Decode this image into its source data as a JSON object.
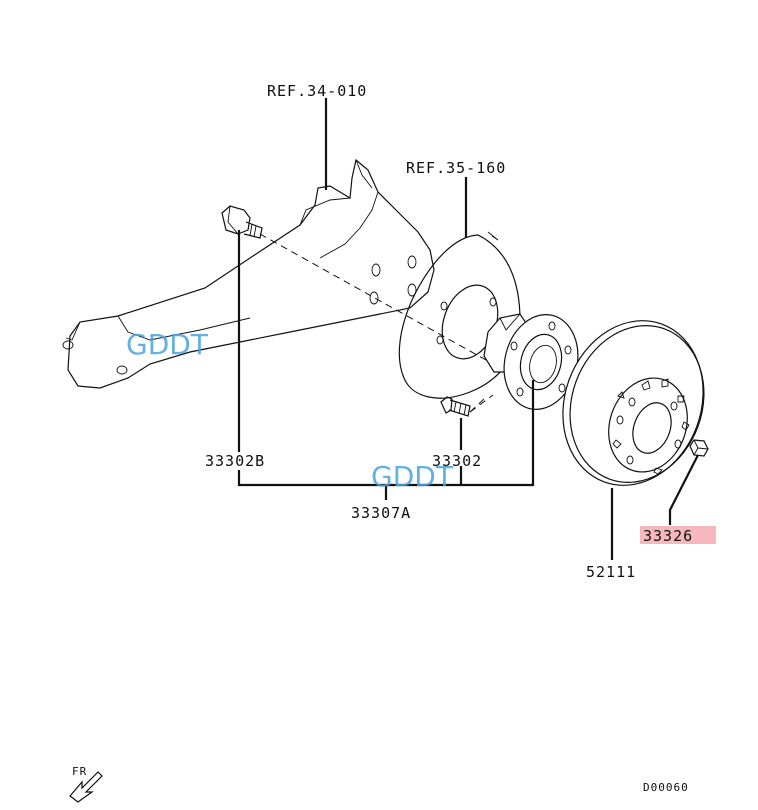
{
  "labels": {
    "ref_knuckle": "REF.34-010",
    "ref_backplate": "REF.35-160",
    "bolt_b": "33302B",
    "stud": "33302",
    "hub_assembly": "33307A",
    "disc": "52111",
    "nut": "33326",
    "direction": "FR",
    "drawing_code": "D00060"
  },
  "watermarks": [
    "GDDT",
    "GDDT"
  ],
  "colors": {
    "highlight": "#f6b8bf",
    "watermark": "#4aa3df",
    "line": "#111111"
  }
}
